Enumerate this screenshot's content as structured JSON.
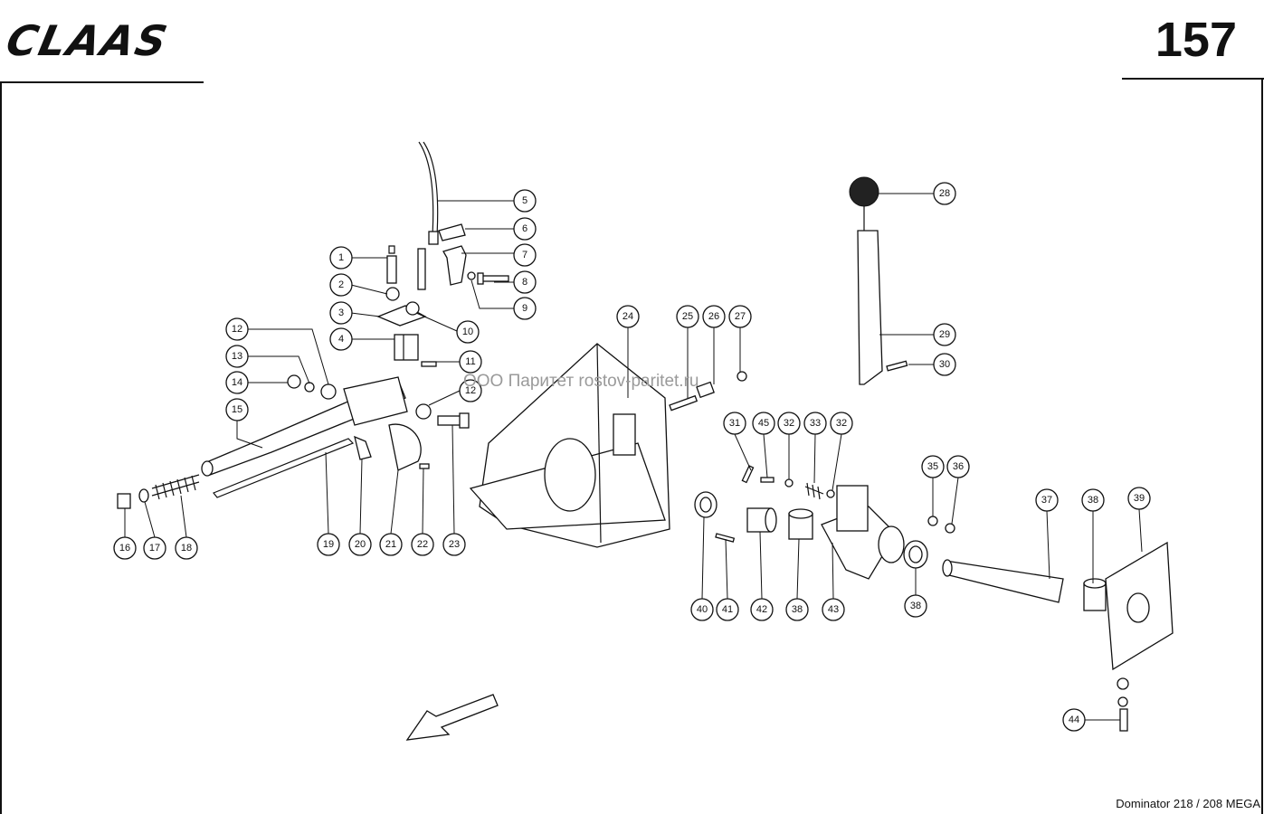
{
  "header": {
    "brand": "CLAAS",
    "page_number": "157"
  },
  "watermark": "ООО Паритет  rostov-paritet.ru",
  "footer": {
    "model": "Dominator 218 / 208 MEGA"
  },
  "callouts": [
    {
      "id": "c5",
      "label": "5"
    },
    {
      "id": "c6",
      "label": "6"
    },
    {
      "id": "c7",
      "label": "7"
    },
    {
      "id": "c1",
      "label": "1"
    },
    {
      "id": "c8",
      "label": "8"
    },
    {
      "id": "c2",
      "label": "2"
    },
    {
      "id": "c9",
      "label": "9"
    },
    {
      "id": "c3",
      "label": "3"
    },
    {
      "id": "c10",
      "label": "10"
    },
    {
      "id": "c4",
      "label": "4"
    },
    {
      "id": "c11",
      "label": "11"
    },
    {
      "id": "c12a",
      "label": "12"
    },
    {
      "id": "c13",
      "label": "13"
    },
    {
      "id": "c14",
      "label": "14"
    },
    {
      "id": "c12b",
      "label": "12"
    },
    {
      "id": "c15",
      "label": "15"
    },
    {
      "id": "c24",
      "label": "24"
    },
    {
      "id": "c25",
      "label": "25"
    },
    {
      "id": "c26",
      "label": "26"
    },
    {
      "id": "c27",
      "label": "27"
    },
    {
      "id": "c28",
      "label": "28"
    },
    {
      "id": "c29",
      "label": "29"
    },
    {
      "id": "c30",
      "label": "30"
    },
    {
      "id": "c31",
      "label": "31"
    },
    {
      "id": "c45",
      "label": "45"
    },
    {
      "id": "c32a",
      "label": "32"
    },
    {
      "id": "c33",
      "label": "33"
    },
    {
      "id": "c32b",
      "label": "32"
    },
    {
      "id": "c35",
      "label": "35"
    },
    {
      "id": "c36",
      "label": "36"
    },
    {
      "id": "c37",
      "label": "37"
    },
    {
      "id": "c38a",
      "label": "38"
    },
    {
      "id": "c39",
      "label": "39"
    },
    {
      "id": "c16",
      "label": "16"
    },
    {
      "id": "c17",
      "label": "17"
    },
    {
      "id": "c18",
      "label": "18"
    },
    {
      "id": "c19",
      "label": "19"
    },
    {
      "id": "c20",
      "label": "20"
    },
    {
      "id": "c21",
      "label": "21"
    },
    {
      "id": "c22",
      "label": "22"
    },
    {
      "id": "c23",
      "label": "23"
    },
    {
      "id": "c40",
      "label": "40"
    },
    {
      "id": "c41",
      "label": "41"
    },
    {
      "id": "c42",
      "label": "42"
    },
    {
      "id": "c38b",
      "label": "38"
    },
    {
      "id": "c43",
      "label": "43"
    },
    {
      "id": "c38c",
      "label": "38"
    },
    {
      "id": "c44",
      "label": "44"
    }
  ]
}
